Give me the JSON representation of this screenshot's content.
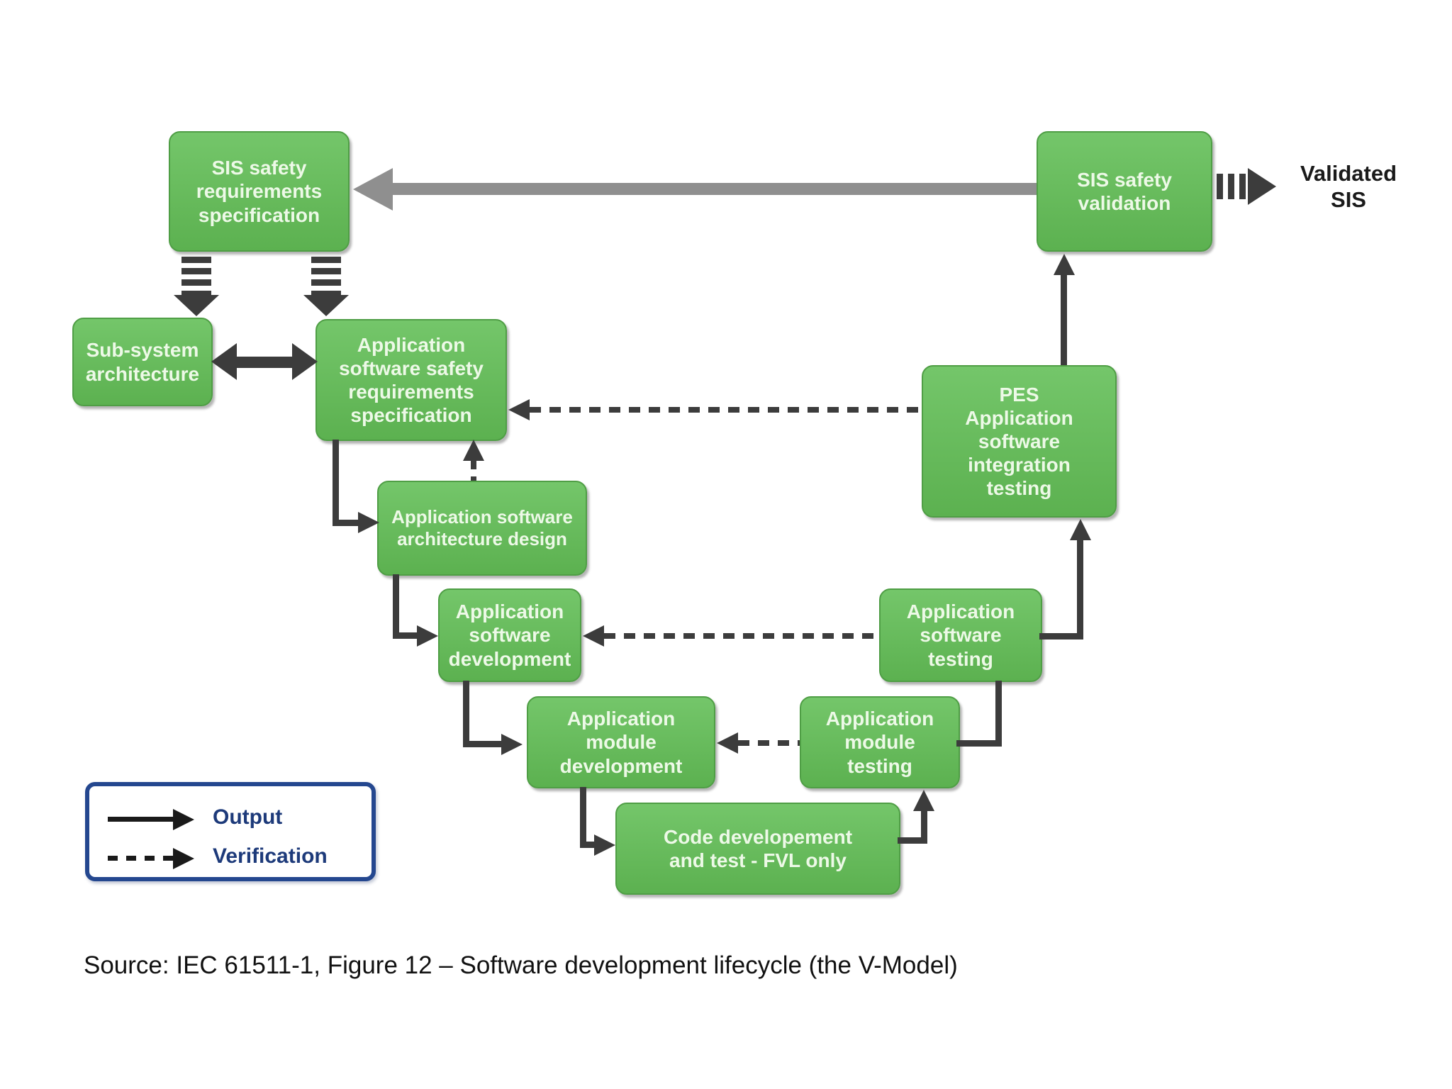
{
  "colors": {
    "box_fill_top": "#74c66a",
    "box_fill_bottom": "#5cb150",
    "box_border": "#4f9e45",
    "box_text": "#edf9e7",
    "connector": "#3c3c3c",
    "gray_arrow": "#8f8f8f",
    "legend_border": "#24478f",
    "legend_text": "#1d3a7a",
    "legend_arrow": "#1a1a1a",
    "caption_text": "#111111"
  },
  "boxes": {
    "sis_req": {
      "label": "SIS safety\nrequirements\nspecification"
    },
    "sis_validation": {
      "label": "SIS safety\nvalidation"
    },
    "sub_system": {
      "label": "Sub-system\narchitecture"
    },
    "app_sw_safety": {
      "label": "Application\nsoftware safety\nrequirements\nspecification"
    },
    "pes_integration": {
      "label": "PES\nApplication\nsoftware\nintegration\ntesting"
    },
    "arch_design": {
      "label": "Application software\narchitecture design"
    },
    "sw_dev": {
      "label": "Application\nsoftware\ndevelopment"
    },
    "sw_test": {
      "label": "Application\nsoftware\ntesting"
    },
    "mod_dev": {
      "label": "Application\nmodule\ndevelopment"
    },
    "mod_test": {
      "label": "Application\nmodule\ntesting"
    },
    "code_dev": {
      "label": "Code developement\nand test - FVL only"
    }
  },
  "labels": {
    "validated_sis": "Validated\nSIS"
  },
  "legend": {
    "output": "Output",
    "verification": "Verification"
  },
  "caption": "Source: IEC 61511-1, Figure 12 – Software development lifecycle (the V-Model)"
}
